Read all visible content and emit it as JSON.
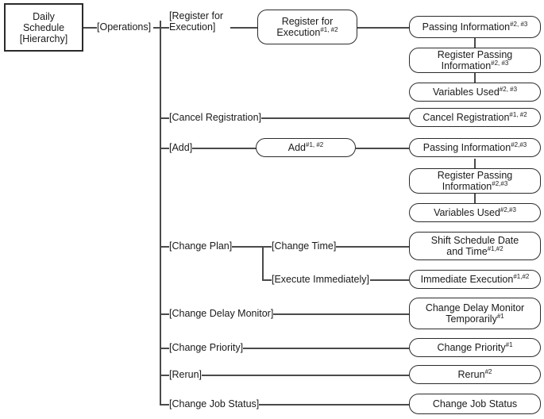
{
  "diagram": {
    "title": "Daily Schedule [Hierarchy] operations tree",
    "line_color": "#4a4a4a",
    "node_border_color": "#2b2b2b",
    "node_fill": "#ffffff",
    "text_color": "#1a1a1a"
  },
  "root": {
    "line1": "Daily",
    "line2": "Schedule",
    "line3": "[Hierarchy]"
  },
  "edge_labels": {
    "operations": "[Operations]",
    "register_for_execution": "[Register for\nExecution]",
    "cancel_registration": "[Cancel Registration]",
    "add": "[Add]",
    "change_plan": "[Change Plan]",
    "change_time": "[Change Time]",
    "execute_immediately": "[Execute Immediately]",
    "change_delay_monitor": "[Change Delay Monitor]",
    "change_priority": "[Change Priority]",
    "rerun": "[Rerun]",
    "change_job_status": "[Change Job Status]"
  },
  "nodes": {
    "register_for_execution": {
      "text": "Register for\nExecution",
      "sup": "#1, #2"
    },
    "passing_information_1": {
      "text": "Passing Information",
      "sup": "#2, #3"
    },
    "register_passing_information_1": {
      "text": "Register Passing\nInformation",
      "sup": "#2, #3"
    },
    "variables_used_1": {
      "text": "Variables Used",
      "sup": "#2, #3"
    },
    "cancel_registration": {
      "text": "Cancel Registration",
      "sup": "#1, #2"
    },
    "add": {
      "text": "Add",
      "sup": "#1, #2"
    },
    "passing_information_2": {
      "text": "Passing Information",
      "sup": "#2,#3"
    },
    "register_passing_information_2": {
      "text": "Register Passing\nInformation",
      "sup": "#2,#3"
    },
    "variables_used_2": {
      "text": "Variables Used",
      "sup": "#2,#3"
    },
    "shift_schedule_date_and_time": {
      "text": "Shift Schedule Date\nand Time",
      "sup": "#1,#2"
    },
    "immediate_execution": {
      "text": "Immediate Execution",
      "sup": "#1,#2"
    },
    "change_delay_monitor_temporarily": {
      "text": "Change Delay Monitor\nTemporarily",
      "sup": "#1"
    },
    "change_priority": {
      "text": "Change Priority",
      "sup": "#1"
    },
    "rerun": {
      "text": "Rerun",
      "sup": "#2"
    },
    "change_job_status": {
      "text": "Change Job Status",
      "sup": ""
    }
  }
}
